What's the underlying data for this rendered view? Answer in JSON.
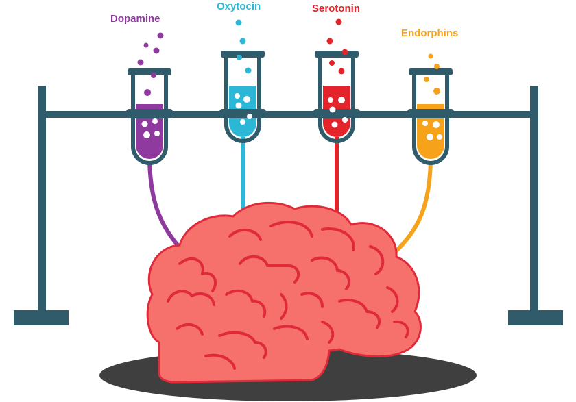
{
  "diagram": {
    "labels": {
      "dopamine": "Dopamine",
      "oxytocin": "Oxytocin",
      "serotonin": "Serotonin",
      "endorphins": "Endorphins"
    },
    "colors": {
      "dopamine": "#8e3a9e",
      "oxytocin": "#2cb7d6",
      "serotonin": "#e3242b",
      "endorphins": "#f6a21a",
      "stand": "#2f5b6b",
      "brain_fill": "#f6716c",
      "brain_line": "#e02a3a",
      "shadow": "#3f3f3f",
      "dot": "#ffffff"
    }
  }
}
